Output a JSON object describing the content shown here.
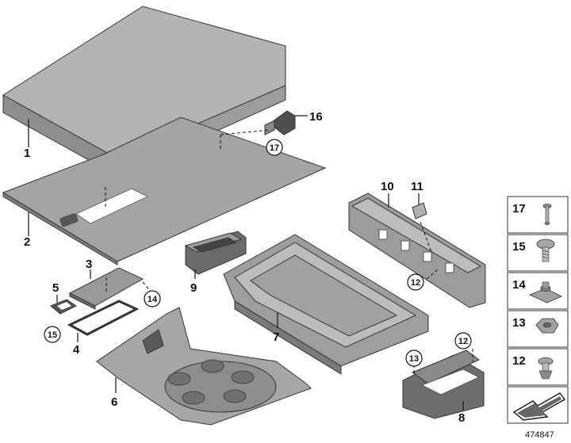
{
  "callouts": {
    "p1": "1",
    "p2": "2",
    "p3": "3",
    "p4": "4",
    "p5": "5",
    "p6": "6",
    "p7": "7",
    "p8": "8",
    "p9": "9",
    "p10": "10",
    "p11": "11",
    "p16": "16"
  },
  "circled": {
    "c17": "17",
    "c14": "14",
    "c15": "15",
    "c12a": "12",
    "c12b": "12",
    "c13": "13"
  },
  "sidebar": {
    "items": [
      {
        "label": "17",
        "icon": "pin-clip-icon"
      },
      {
        "label": "15",
        "icon": "screw-icon"
      },
      {
        "label": "14",
        "icon": "clip-nut-icon"
      },
      {
        "label": "13",
        "icon": "hex-nut-icon"
      },
      {
        "label": "12",
        "icon": "expanding-rivet-icon"
      }
    ],
    "footer_icon": "arrow-left-icon"
  },
  "reference_number": "474847",
  "colors": {
    "part_fill": "#a9a9a9",
    "part_dark": "#7e7e7e",
    "part_light": "#c4c4c4",
    "ink": "#111111"
  }
}
